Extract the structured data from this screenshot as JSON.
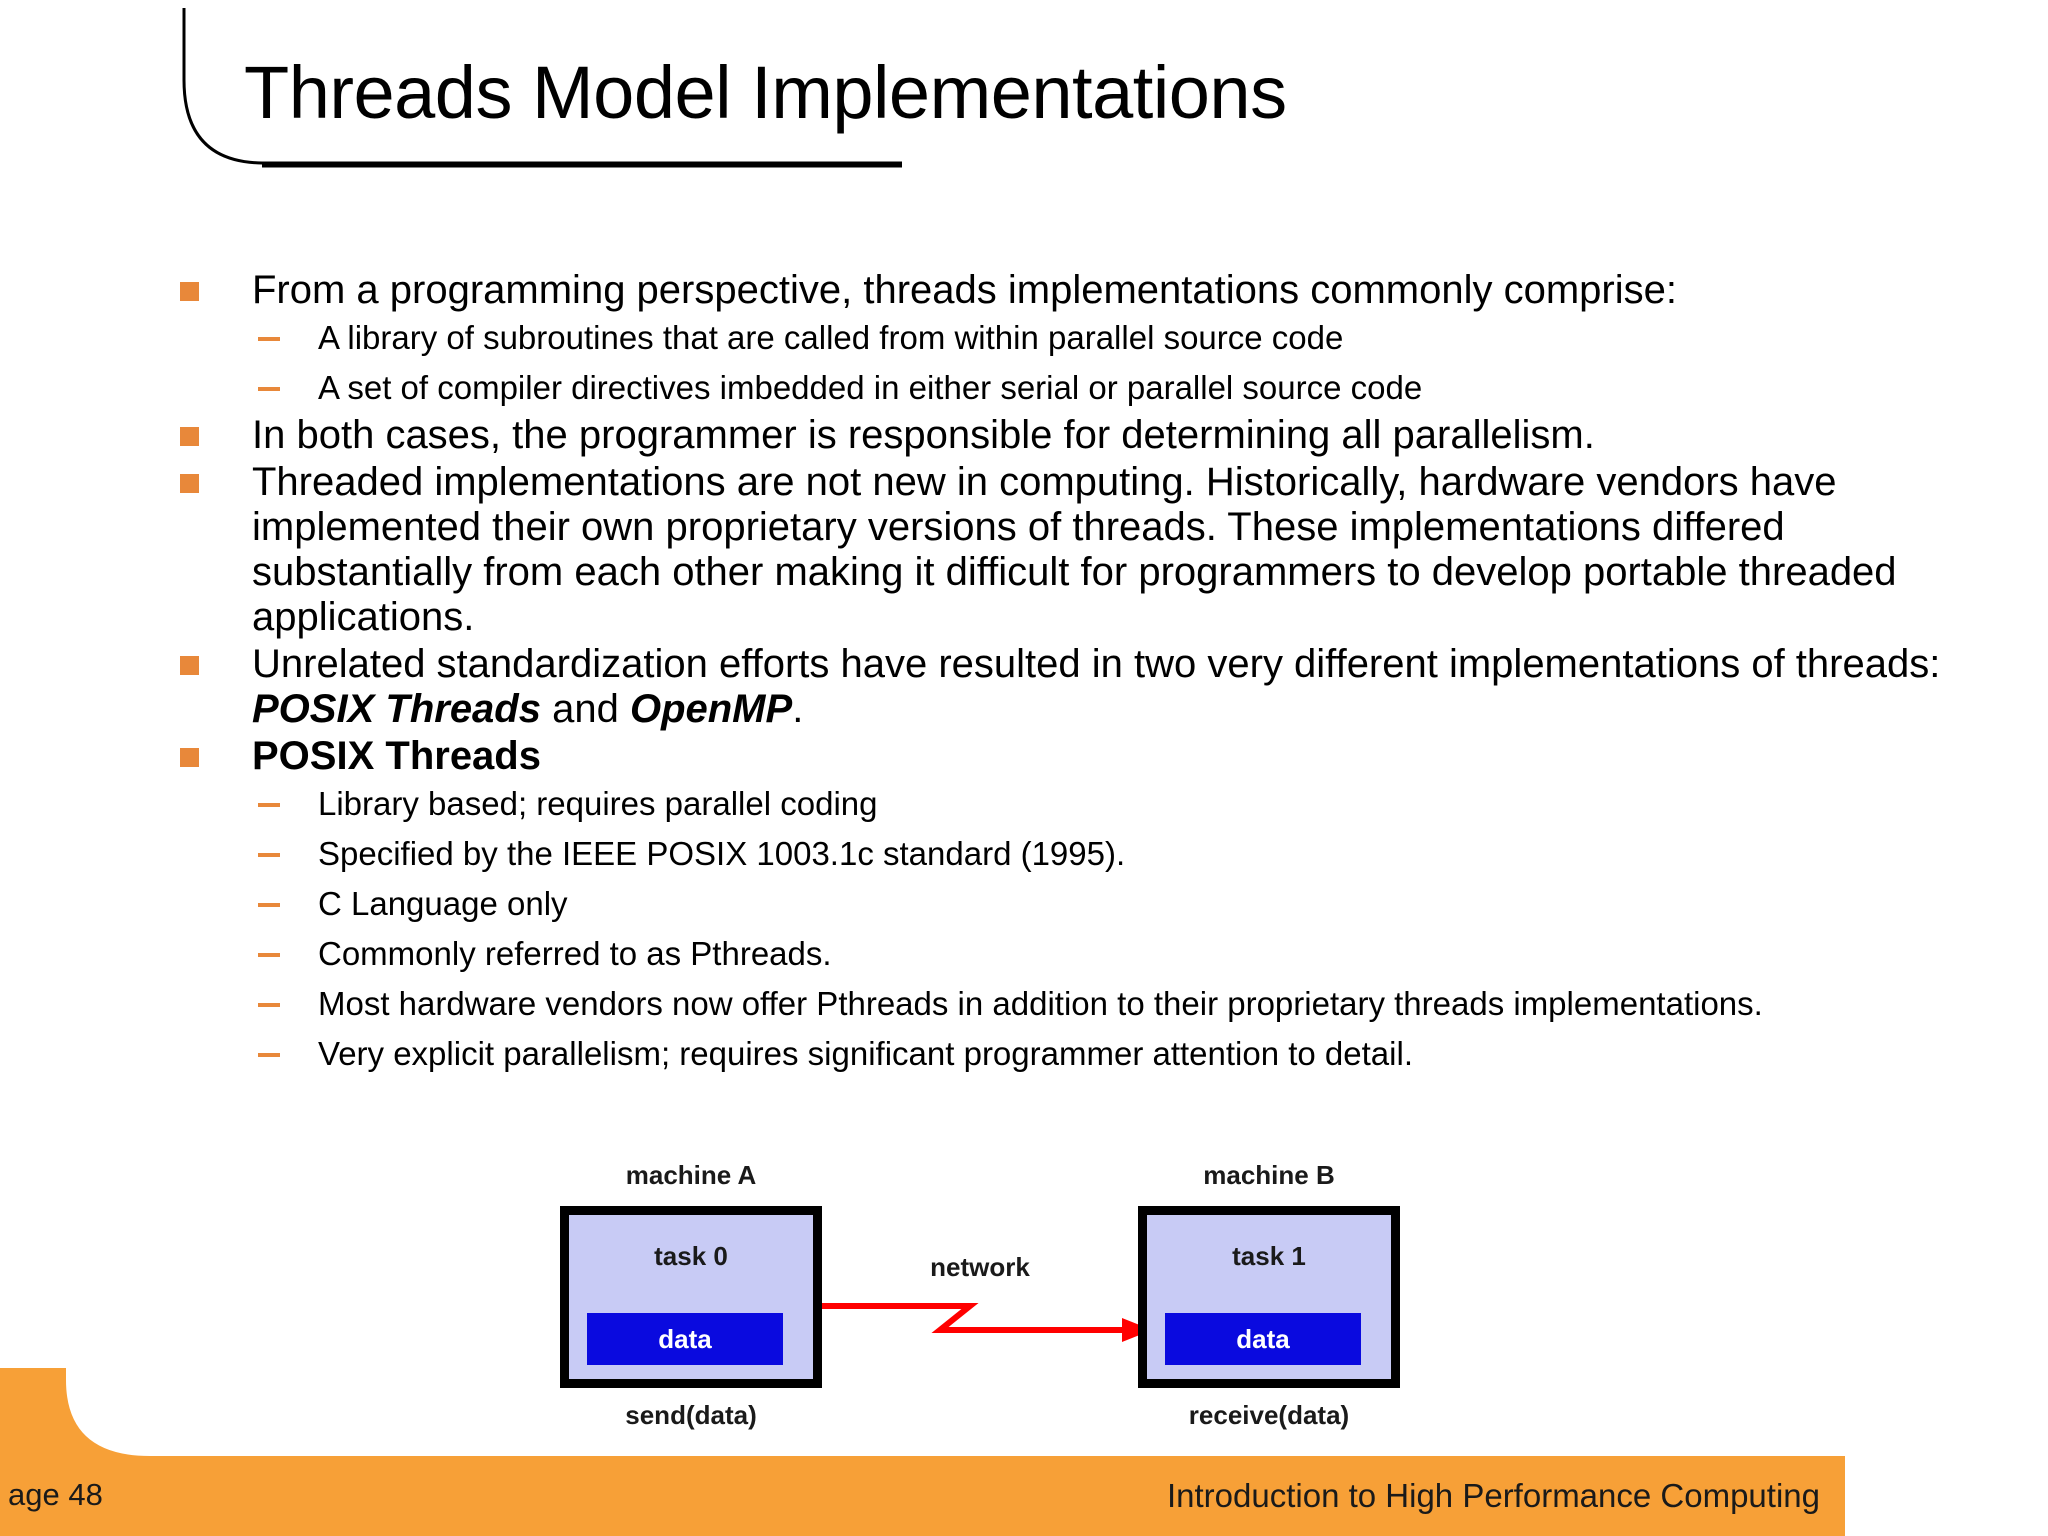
{
  "slide": {
    "title": "Threads Model Implementations",
    "accent_orange": "#E8883A",
    "footer_orange": "#F7A037"
  },
  "body": {
    "b1": {
      "text": "From a programming perspective, threads implementations commonly comprise:",
      "subs": [
        "A library of subroutines that are called from within parallel source code",
        "A set of compiler directives imbedded in either serial or parallel source code"
      ]
    },
    "b2": {
      "text": "In both cases, the programmer is responsible for determining all parallelism."
    },
    "b3": {
      "text": "Threaded implementations are not new in computing. Historically, hardware vendors have implemented their own proprietary versions of threads. These implementations differed substantially from each other making it difficult for programmers to develop portable threaded applications."
    },
    "b4": {
      "prefix": "Unrelated standardization efforts have resulted in two very different implementations of threads: ",
      "em1": "POSIX Threads",
      "mid": " and ",
      "em2": "OpenMP",
      "suffix": "."
    },
    "b5": {
      "text": "POSIX Threads",
      "subs": [
        "Library based; requires parallel coding",
        "Specified by the IEEE POSIX 1003.1c standard (1995).",
        "C Language only",
        "Commonly referred to as Pthreads.",
        "Most hardware vendors now offer Pthreads in addition to their proprietary threads implementations.",
        "Very explicit parallelism; requires significant programmer attention to detail."
      ]
    }
  },
  "diagram": {
    "machine_a_label": "machine A",
    "machine_b_label": "machine B",
    "task0_label": "task 0",
    "task1_label": "task 1",
    "data_label_a": "data",
    "data_label_b": "data",
    "network_label": "network",
    "send_label": "send(data)",
    "receive_label": "receive(data)",
    "box_fill": "#C8CBF5",
    "data_fill": "#0A0ADF",
    "arrow_color": "#FF0000",
    "border_color": "#000000"
  },
  "footer": {
    "page_number": "age 48",
    "course_title": "Introduction to High Performance Computing"
  }
}
